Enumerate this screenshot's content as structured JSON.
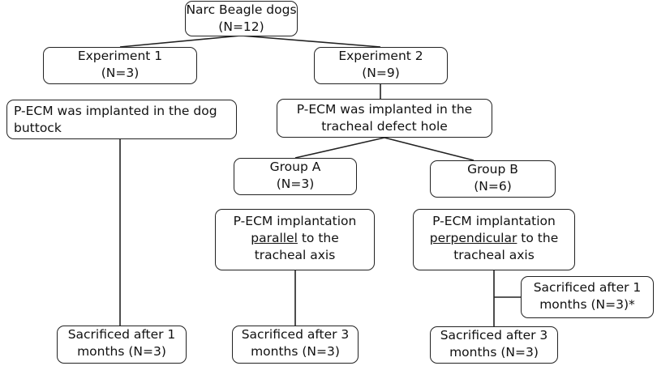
{
  "nodes": {
    "root": {
      "line1": "Narc Beagle dogs",
      "line2": "(N=12)"
    },
    "exp1": {
      "line1": "Experiment  1",
      "line2": "(N=3)"
    },
    "exp2": {
      "line1": "Experiment  2",
      "line2": "(N=9)"
    },
    "buttock": {
      "line1": "P-ECM was implanted in the dog",
      "line2": "buttock"
    },
    "tracheal": {
      "line1": "P-ECM  was implanted in the",
      "line2": "tracheal defect hole"
    },
    "groupA": {
      "line1": "Group A",
      "line2": "(N=3)"
    },
    "groupB": {
      "line1": "Group B",
      "line2": "(N=6)"
    },
    "parallel": {
      "line1": "P-ECM implantation",
      "word": "parallel",
      "rest": " to the",
      "line3": "tracheal axis"
    },
    "perpendicular": {
      "line1": "P-ECM implantation",
      "word": "perpendicular",
      "rest": " to the",
      "line3": "tracheal axis"
    },
    "sac1": {
      "line1": "Sacrificed after 1",
      "line2": "months (N=3)"
    },
    "sacA": {
      "line1": "Sacrificed after 3",
      "line2": "months (N=3)"
    },
    "sacB1": {
      "line1": "Sacrificed after 1",
      "line2": "months (N=3)*"
    },
    "sacB3": {
      "line1": "Sacrificed after 3",
      "line2": "months (N=3)"
    }
  }
}
